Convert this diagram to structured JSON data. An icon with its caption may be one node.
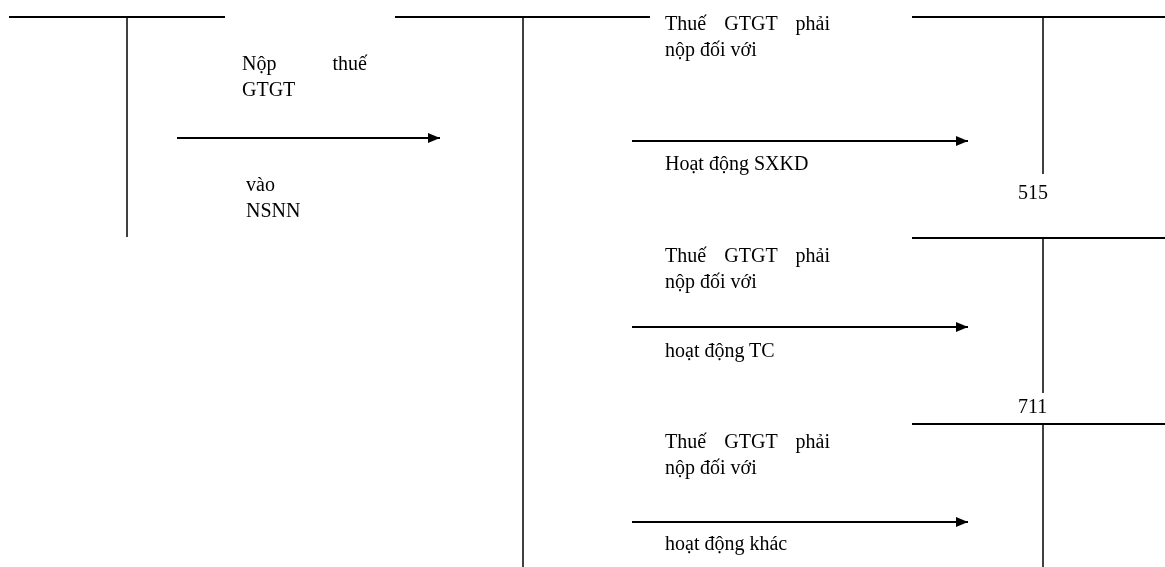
{
  "diagram": {
    "nodes": [
      {
        "text": [],
        "shape": "tee"
      },
      {
        "text": [],
        "shape": "tee"
      },
      {
        "text": [],
        "shape": "tee",
        "beside": [
          "515"
        ]
      },
      {
        "text": [],
        "shape": "tee",
        "beside": [
          "711"
        ]
      },
      {
        "text": [],
        "shape": "tee"
      }
    ],
    "edges": [
      {
        "from": 0,
        "to": 1,
        "arrow": "to",
        "label": "Nộp thuế GTGT"
      },
      {
        "from": 1,
        "to": 2,
        "arrow": "to",
        "label": "Thuế GTGT phải nộp đối với"
      },
      {
        "from": 1,
        "to": 3,
        "arrow": "to",
        "label": "Thuế GTGT phải nộp đối với"
      },
      {
        "from": 1,
        "to": 4,
        "arrow": "to",
        "label": "Thuế GTGT phải nộp đối với"
      }
    ],
    "labels": [
      "vào NSNN",
      "Hoạt động SXKD",
      "hoạt động TC",
      "hoạt động khác"
    ]
  }
}
